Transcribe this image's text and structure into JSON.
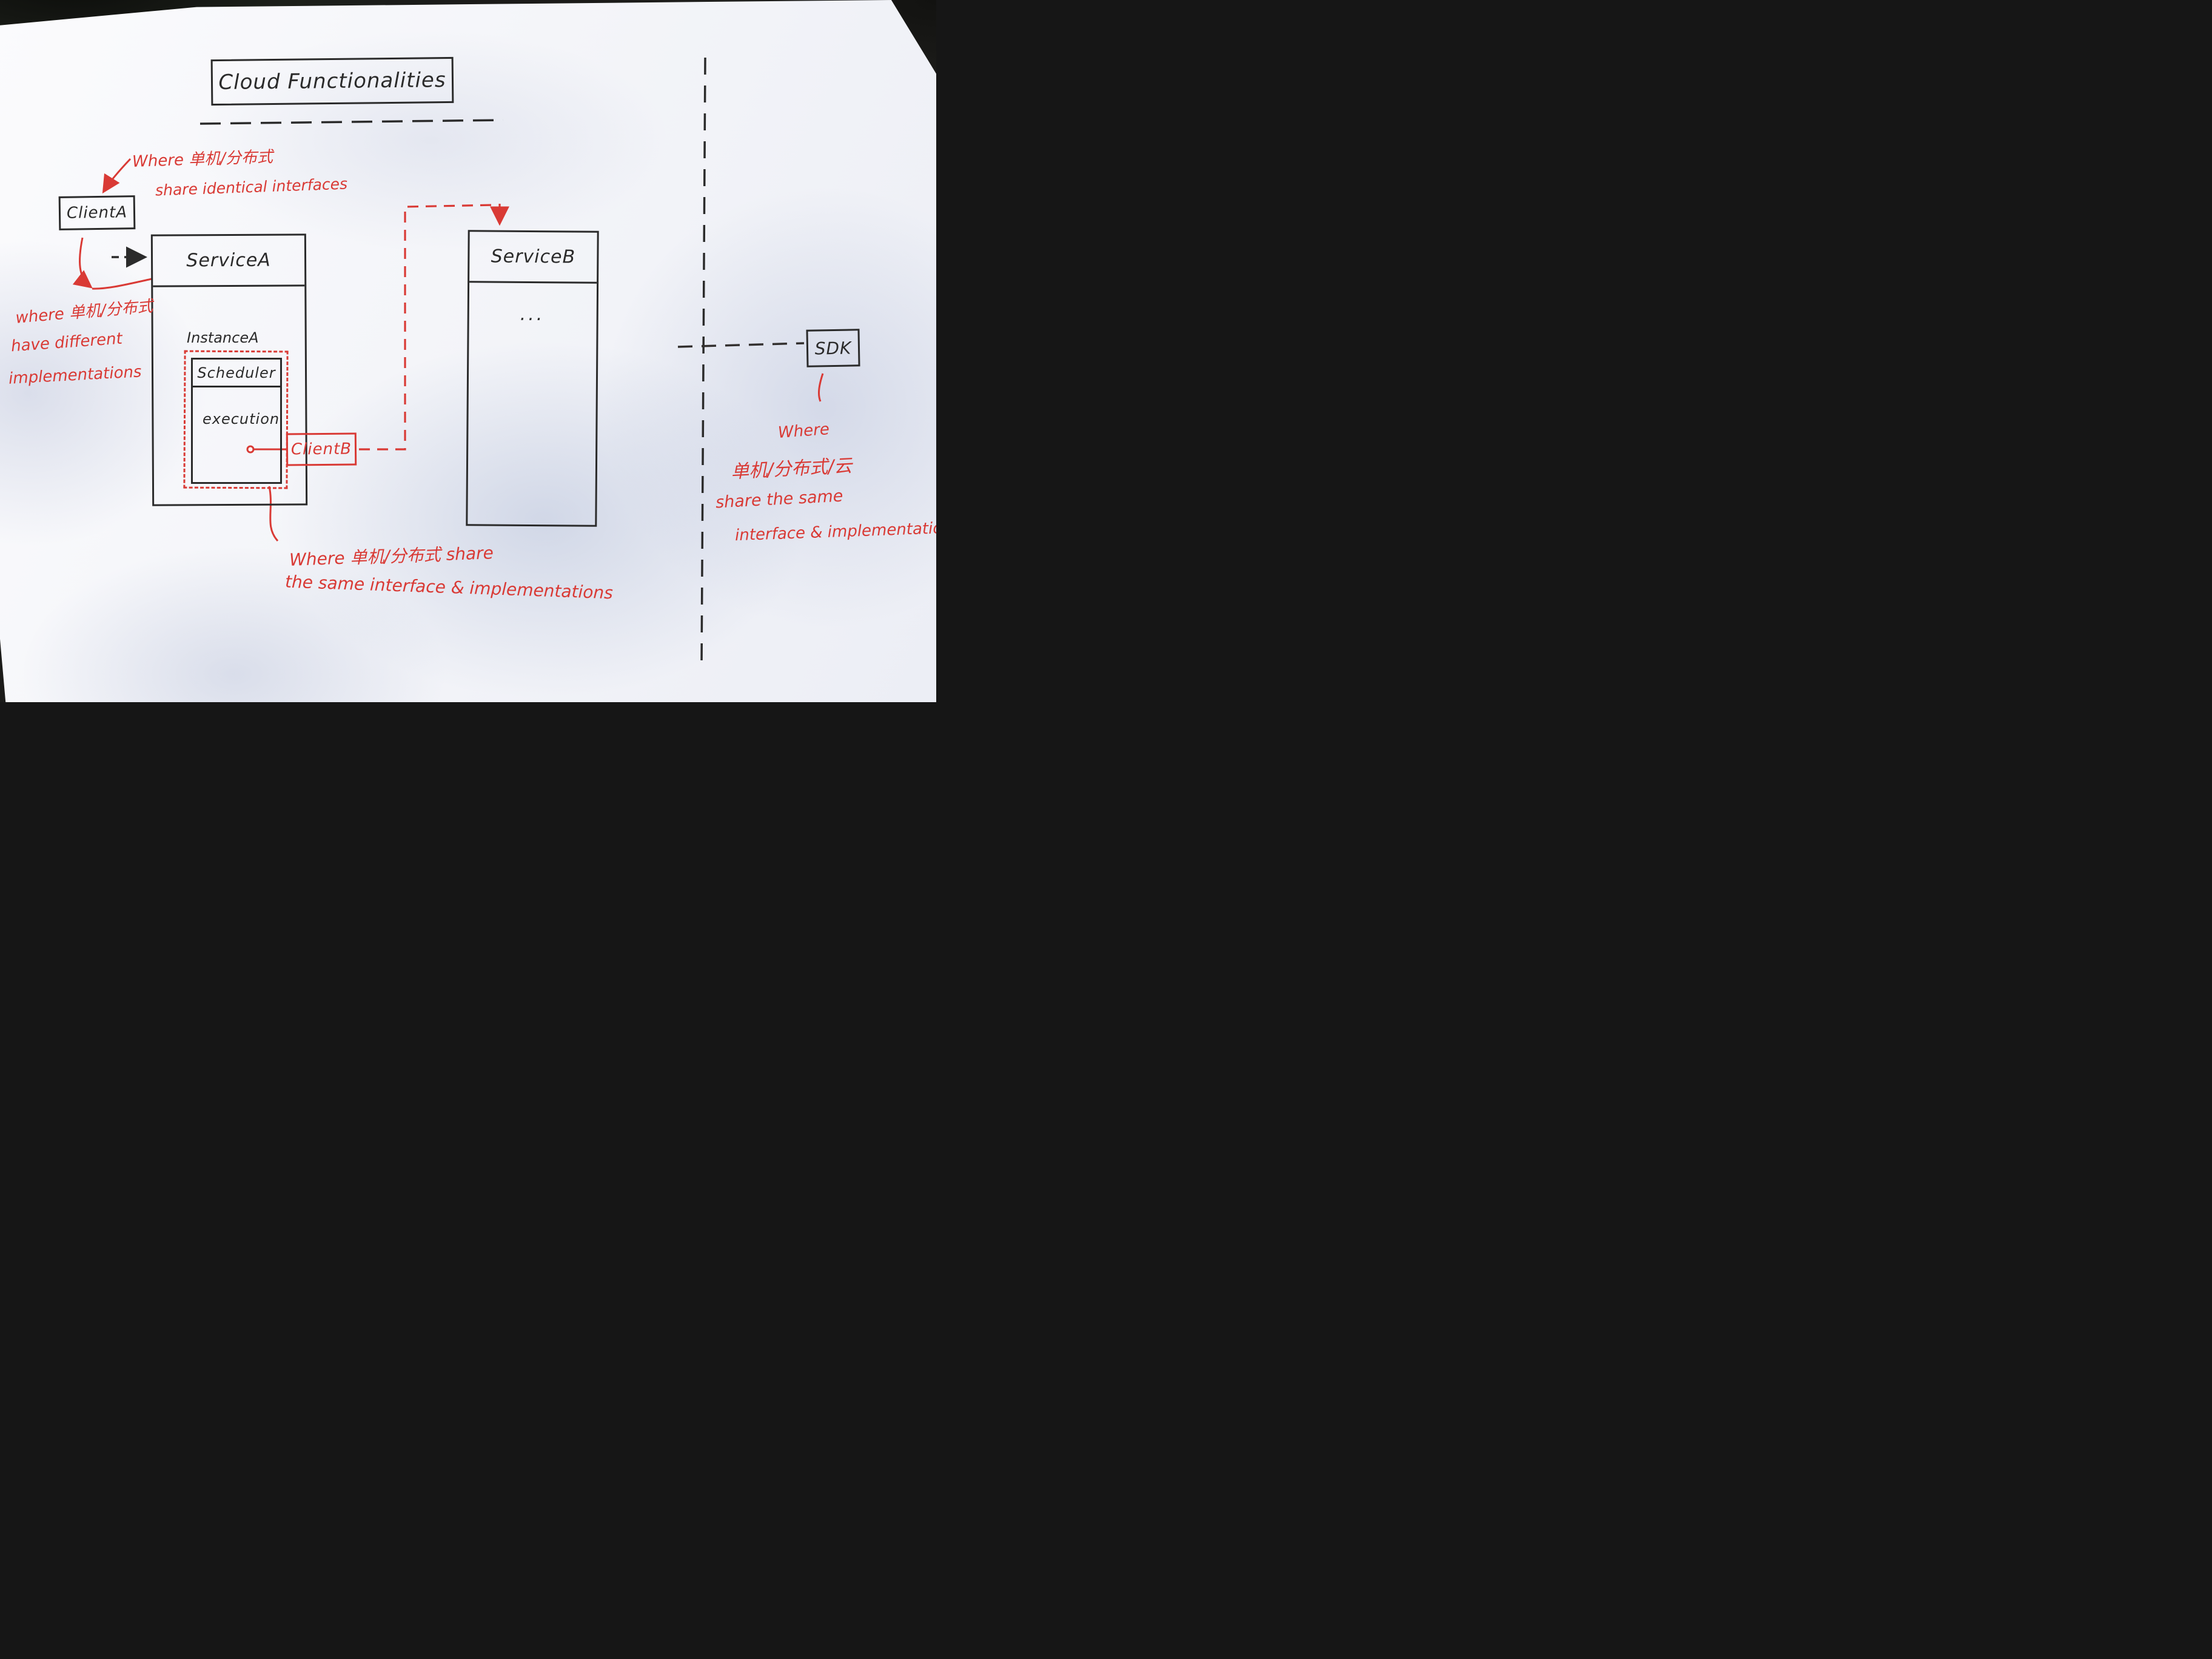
{
  "title": {
    "label": "Cloud Functionalities"
  },
  "nodes": {
    "client_a": "ClientA",
    "service_a": "ServiceA",
    "instance_a": "InstanceA",
    "scheduler": "Scheduler",
    "execution": "execution",
    "client_b": "ClientB",
    "service_b": "ServiceB",
    "service_b_body": "...",
    "sdk": "SDK"
  },
  "annotations": {
    "top_interface": {
      "line1": "Where 单机/分布式",
      "line2": "share identical interfaces"
    },
    "left_impl": {
      "line1": "where 单机/分布式",
      "line2": "have different",
      "line3": "implementations"
    },
    "bottom_shared": {
      "line1": "Where 单机/分布式 share",
      "line2": "the same interface & implementations"
    },
    "right_sdk": {
      "line1": "Where",
      "line2": "单机/分布式/云",
      "line3": "share the same",
      "line4": "interface & implementation"
    }
  },
  "colors": {
    "ink": "#2b2b2b",
    "annotation_red": "#d93a35"
  }
}
